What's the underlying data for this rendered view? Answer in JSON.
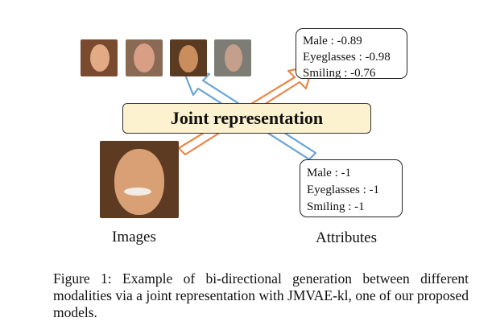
{
  "figure": {
    "joint_label": "Joint representation",
    "images_label": "Images",
    "attributes_label": "Attributes",
    "generated_attributes": [
      "Male : -0.89",
      "Eyeglasses : -0.98",
      "Smiling : -0.76"
    ],
    "input_attributes": [
      "Male : -1",
      "Eyeglasses : -1",
      "Smiling : -1"
    ],
    "caption": "Figure 1: Example of bi-directional generation between different modalities via a joint representation with JMVAE-kl, one of our proposed models.",
    "colors": {
      "orange_arrow": "#e8884a",
      "blue_arrow": "#6aa5d6",
      "joint_fill": "#fdf2cf"
    },
    "generated_faces": [
      "face-1",
      "face-2",
      "face-3",
      "face-4"
    ],
    "input_face": "face-large"
  }
}
